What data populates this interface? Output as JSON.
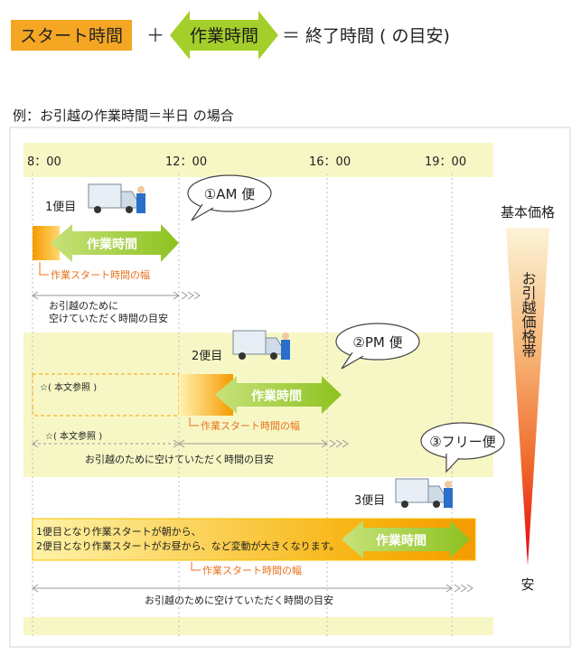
{
  "header": {
    "start_label": "スタート時間",
    "plus": "＋",
    "work_label": "作業時間",
    "equals": "＝",
    "result_label": "終了時間 ( の目安)"
  },
  "example_title": "例：お引越の作業時間＝半日 の場合",
  "time_axis": {
    "ticks": [
      "8：00",
      "12：00",
      "16：00",
      "19：00"
    ]
  },
  "slots": {
    "am": {
      "trip": "1便目",
      "callout": "①AM 便",
      "work": "作業時間",
      "start_range": "作業スタート時間の幅",
      "guide_line1": "お引越のために",
      "guide_line2": "空けていただく時間の目安"
    },
    "pm": {
      "trip": "2便目",
      "callout": "②PM 便",
      "note_bar": "☆( 本文参照 )",
      "note_arrow": "☆( 本文参照 )",
      "work": "作業時間",
      "start_range": "作業スタート時間の幅",
      "guide": "お引越のために空けていただく時間の目安"
    },
    "free": {
      "trip": "3便目",
      "callout": "③フリー便",
      "desc_line1": "1便目となり作業スタートが朝から、",
      "desc_line2": "2便目となり作業スタートがお昼から、など変動が大きくなります。",
      "work": "作業時間",
      "start_range": "作業スタート時間の幅",
      "guide": "お引越のために空けていただく時間の目安"
    }
  },
  "price_scale": {
    "top": "基本価格",
    "band": "お引越価格帯",
    "bottom": "安"
  },
  "colors": {
    "start_orange": "#f5a000",
    "arrow_green": "#8dc21f",
    "band_yellow": "#f7f7c6",
    "arrow_grey": "#999999",
    "start_label_orange": "#e8711c"
  }
}
